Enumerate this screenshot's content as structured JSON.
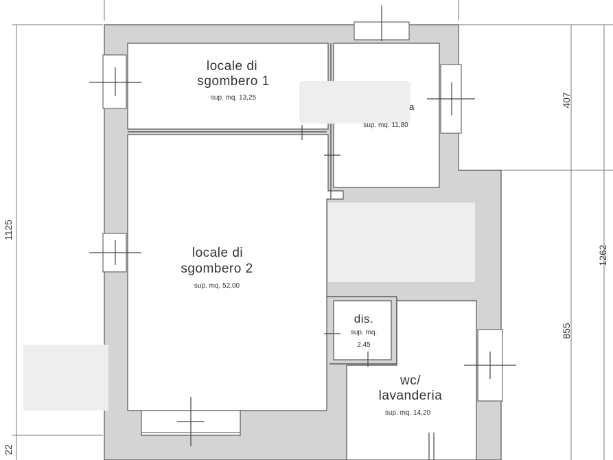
{
  "rooms": {
    "sgombero1": {
      "name_line1": "locale di",
      "name_line2": "sgombero 1",
      "area": "sup. mq. 13,25"
    },
    "room_right_top": {
      "name_fragment": "a",
      "area": "sup. mq. 11,80"
    },
    "sgombero2": {
      "name_line1": "locale di",
      "name_line2": "sgombero 2",
      "area": "sup. mq. 52,00"
    },
    "dis": {
      "name": "dis.",
      "area_line1": "sup. mq.",
      "area_line2": "2,45"
    },
    "wc": {
      "name_line1": "wc/",
      "name_line2": "lavanderia",
      "area": "sup. mq. 14,20"
    }
  },
  "dimensions": {
    "left_total": "1125",
    "right_top": "407",
    "right_total": "1262",
    "right_bottom": "855",
    "bottom_left": "22"
  },
  "colors": {
    "wall_fill": "#d4d4d4",
    "line": "#555555",
    "watermark_blur": "#eeeeee"
  }
}
